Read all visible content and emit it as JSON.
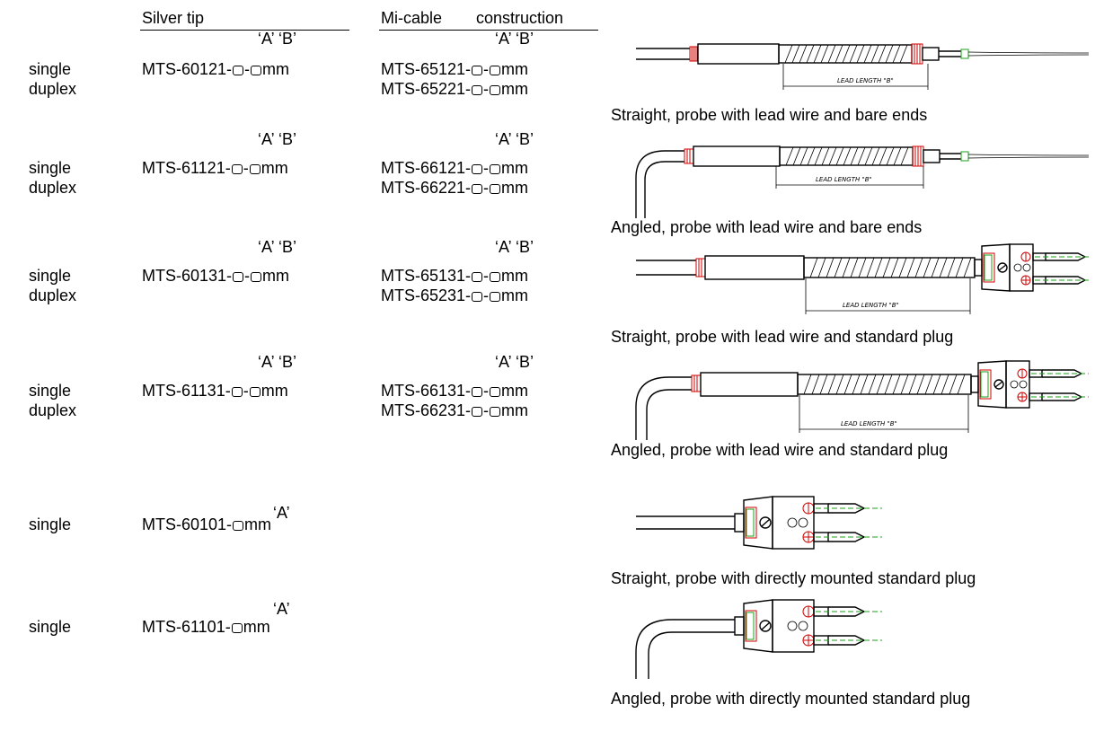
{
  "headers": {
    "silver_tip": "Silver tip",
    "mi_cable": "Mi-cable",
    "construction": "construction"
  },
  "labels": {
    "a": "‘A’",
    "ab": "‘A’ ‘B’",
    "single": "single",
    "duplex": "duplex",
    "dash": "-",
    "unit": "mm"
  },
  "rows": [
    {
      "silver_single": "MTS-60121",
      "mi_single": "MTS-65121",
      "mi_duplex": "MTS-65221",
      "caption": "Straight, probe with lead wire and bare ends"
    },
    {
      "silver_single": "MTS-61121",
      "mi_single": "MTS-66121",
      "mi_duplex": "MTS-66221",
      "caption": "Angled, probe with lead wire and bare ends"
    },
    {
      "silver_single": "MTS-60131",
      "mi_single": "MTS-65131",
      "mi_duplex": "MTS-65231",
      "caption": "Straight, probe with lead wire and standard plug"
    },
    {
      "silver_single": "MTS-61131",
      "mi_single": "MTS-66131",
      "mi_duplex": "MTS-66231",
      "caption": "Angled, probe with lead wire and standard plug"
    },
    {
      "silver_single": "MTS-60101",
      "caption": "Straight, probe with directly mounted standard plug"
    },
    {
      "silver_single": "MTS-61101",
      "caption": "Angled, probe with directly mounted standard plug"
    }
  ],
  "drawing": {
    "lead_length_label": "LEAD LENGTH \"B\""
  },
  "colors": {
    "line": "#000000",
    "accent_red": "#d00000",
    "accent_green": "#19a019"
  }
}
